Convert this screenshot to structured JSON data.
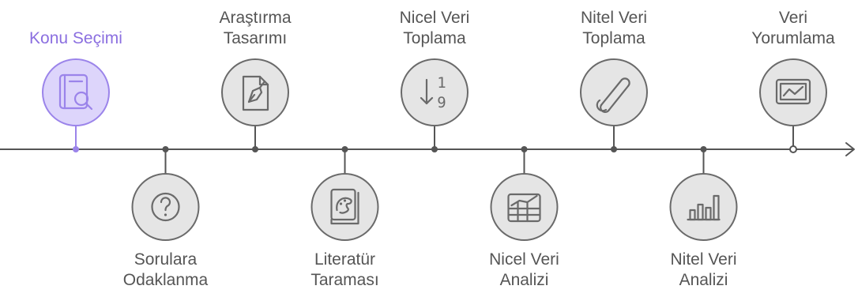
{
  "colors": {
    "line": "#555555",
    "node_fill": "#e5e5e5",
    "node_stroke": "#6a6a6a",
    "active_fill": "#ddd5fb",
    "active_stroke": "#9b84ea",
    "label": "#555555",
    "active_label": "#8b6fe0"
  },
  "steps": [
    {
      "label": "Konu Seçimi",
      "icon": "book-search-icon",
      "position": "above",
      "active": true
    },
    {
      "label": "Sorulara\nOdaklanma",
      "icon": "question-icon",
      "position": "below",
      "active": false
    },
    {
      "label": "Araştırma\nTasarımı",
      "icon": "pen-nib-document-icon",
      "position": "above",
      "active": false
    },
    {
      "label": "Literatür\nTaraması",
      "icon": "art-book-icon",
      "position": "below",
      "active": false
    },
    {
      "label": "Nicel Veri\nToplama",
      "icon": "sort-numeric-icon",
      "position": "above",
      "active": false
    },
    {
      "label": "Nicel Veri\nAnalizi",
      "icon": "chart-table-icon",
      "position": "below",
      "active": false
    },
    {
      "label": "Nitel Veri\nToplama",
      "icon": "scroll-icon",
      "position": "above",
      "active": false
    },
    {
      "label": "Nitel Veri\nAnalizi",
      "icon": "bar-chart-icon",
      "position": "below",
      "active": false
    },
    {
      "label": "Veri\nYorumlama",
      "icon": "line-chart-monitor-icon",
      "position": "above",
      "active": false
    }
  ]
}
